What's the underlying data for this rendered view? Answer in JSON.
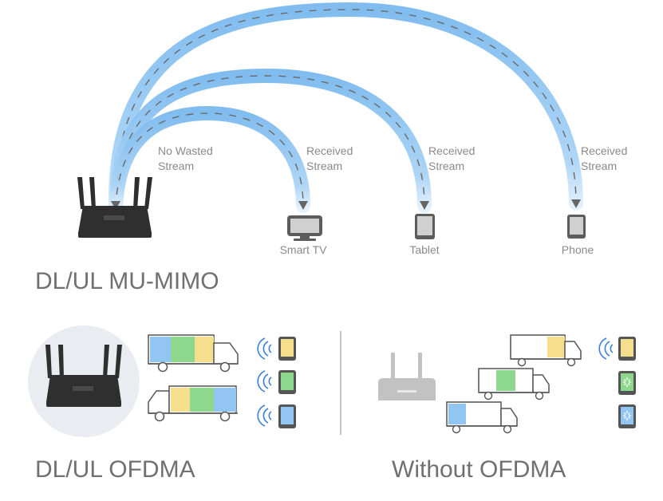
{
  "mimo": {
    "title": "DL/UL MU-MIMO",
    "no_wasted_line1": "No Wasted",
    "no_wasted_line2": "Stream",
    "received_line1": "Received",
    "received_line2": "Stream",
    "devices": [
      "Smart TV",
      "Tablet",
      "Phone"
    ]
  },
  "ofdma": {
    "title": "DL/UL OFDMA",
    "without_title": "Without OFDMA"
  },
  "colors": {
    "blue": "#93c5f2",
    "green": "#8ed88e",
    "yellow": "#f5de8c",
    "router_dark": "#2f2f2f",
    "router_light": "#c2c2c2",
    "arc": "#8cc4f0",
    "text": "#8a8a8a"
  }
}
